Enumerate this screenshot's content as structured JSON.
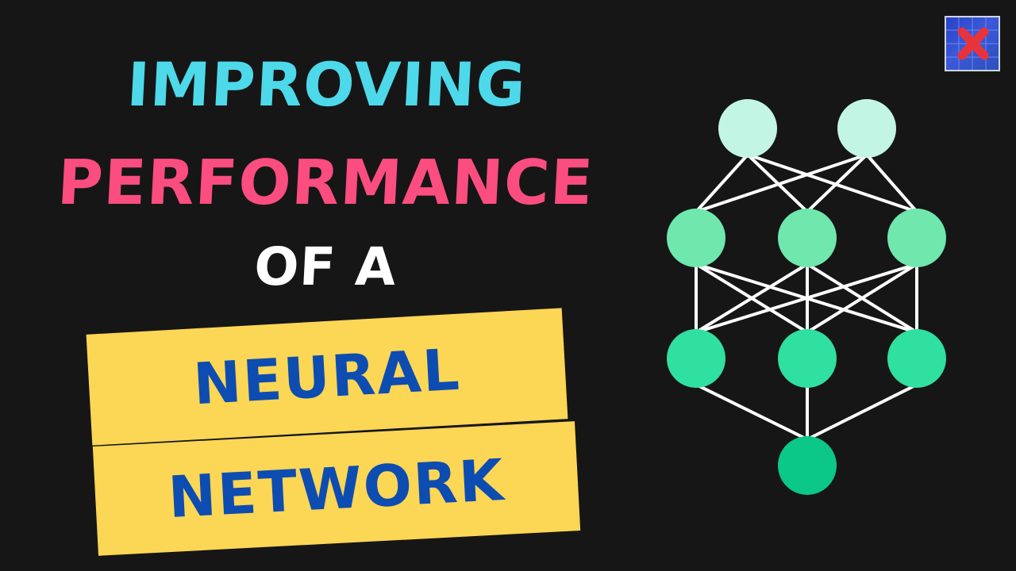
{
  "title": {
    "line1": "IMPROVING",
    "line2": "PERFORMANCE",
    "line3": "OF A"
  },
  "banners": {
    "top": "NEURAL",
    "bottom": "NETWORK"
  },
  "colors": {
    "background": "#161616",
    "line1": "#4dd9ea",
    "line2": "#fb4d7f",
    "line3": "#ffffff",
    "banner": "#fcd655",
    "banner_text": "#0d4db1",
    "edge": "#ffffff",
    "layer1_node": "#c2f5e4",
    "layer2_node": "#6fe7ad",
    "layer3_node": "#2fe0a0",
    "layer4_node": "#0bc788"
  },
  "logo": {
    "icon": "x-cross-logo-icon"
  }
}
